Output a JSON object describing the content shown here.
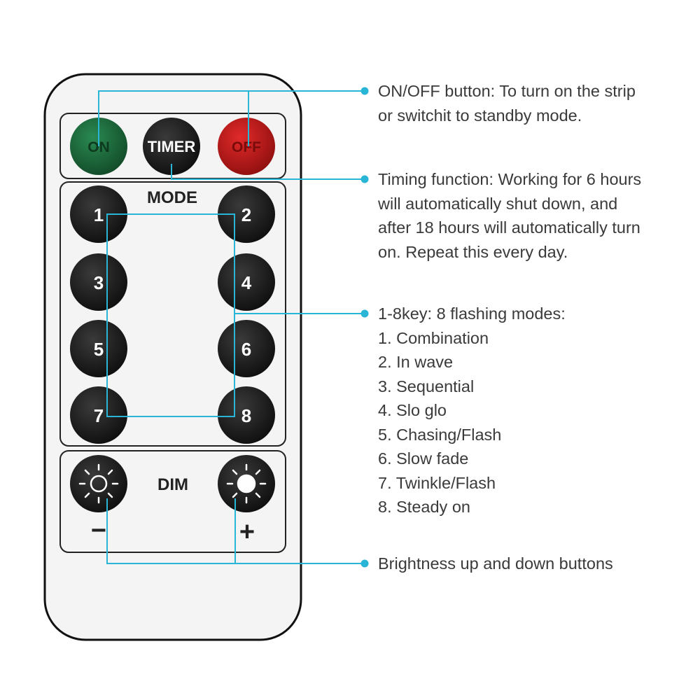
{
  "remote": {
    "power_row": {
      "on_label": "ON",
      "timer_label": "TIMER",
      "off_label": "OFF"
    },
    "mode_section": {
      "title": "MODE",
      "keys": [
        "1",
        "2",
        "3",
        "4",
        "5",
        "6",
        "7",
        "8"
      ]
    },
    "dim_section": {
      "title": "DIM",
      "minus_label": "−",
      "plus_label": "+"
    },
    "colors": {
      "on": "#1b6b3c",
      "off": "#c41a1a",
      "key": "#1c1c1c",
      "accent": "#29b6d6"
    }
  },
  "annotations": {
    "onoff": {
      "lines": [
        "ON/OFF button: To turn on the strip",
        "or switchit to standby mode."
      ]
    },
    "timer": {
      "lines": [
        "Timing function: Working for 6 hours",
        "will automatically shut down, and",
        "after 18 hours will automatically turn",
        "on. Repeat this every day."
      ]
    },
    "modes": {
      "lines": [
        "1-8key: 8 flashing modes:",
        "1. Combination",
        "2. In wave",
        "3. Sequential",
        "4. Slo glo",
        "5. Chasing/Flash",
        "6. Slow fade",
        "7. Twinkle/Flash",
        "8. Steady on"
      ]
    },
    "brightness": {
      "lines": [
        "Brightness up and down buttons"
      ]
    }
  }
}
